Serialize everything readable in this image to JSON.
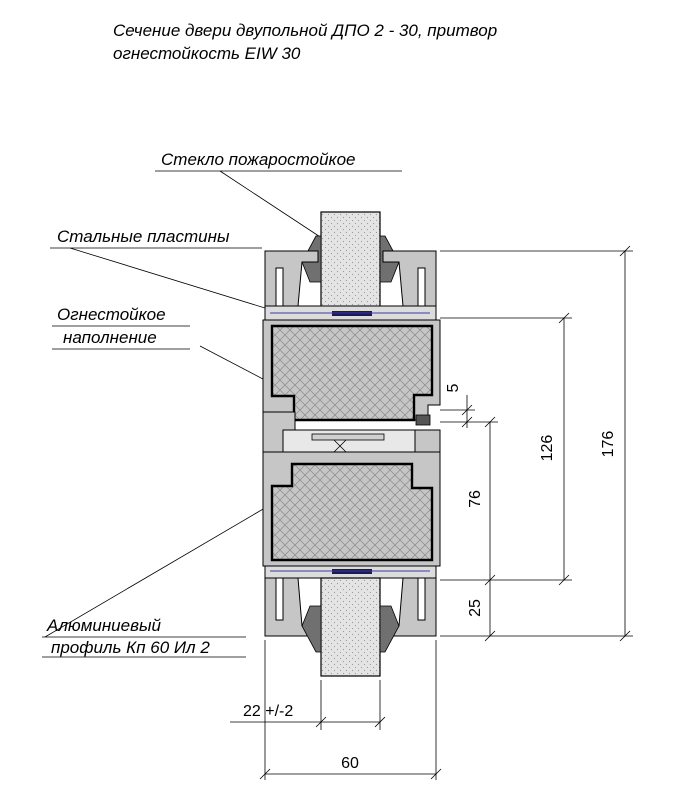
{
  "title": {
    "line1": "Сечение двери двупольной ДПО 2 - 30, притвор",
    "line2": "огнестойкость EIW 30"
  },
  "labels": {
    "glass": "Стекло пожаростойкое",
    "steel": "Стальные пластины",
    "fill_line1": "Огнестойкое",
    "fill_line2": "наполнение",
    "profile_line1": "Алюминиевый",
    "profile_line2": "профиль Кп 60 Ил 2"
  },
  "dimensions": {
    "d176": "176",
    "d126": "126",
    "d76": "76",
    "d25": "25",
    "d5": "5",
    "d22": "22 +/-2",
    "d60": "60"
  },
  "colors": {
    "profile": "#c6c6c6",
    "glass": "#e2e2e2",
    "seal": "#707070",
    "plate": "#1a1a5a",
    "line": "#000000"
  }
}
